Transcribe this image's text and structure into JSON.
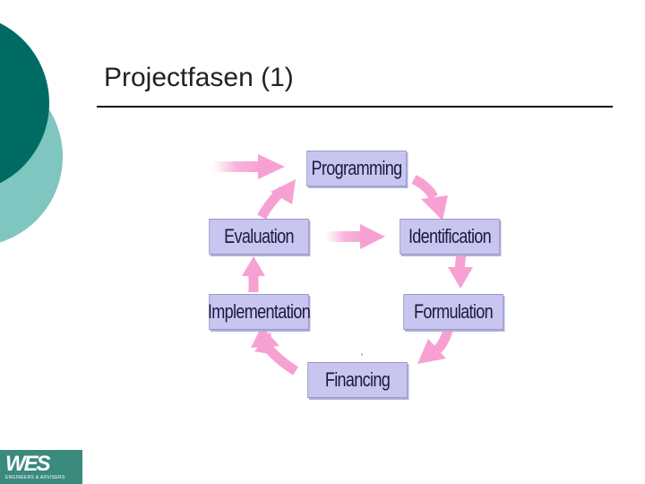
{
  "slide": {
    "title": "Projectfasen (1)"
  },
  "diagram": {
    "phases": {
      "programming": "Programming",
      "identification": "Identification",
      "formulation": "Formulation",
      "financing": "Financing",
      "implementation": "Implementation",
      "evaluation": "Evaluation"
    }
  },
  "logo": {
    "brand": "WES",
    "tagline": "ENGINEERS & ADVISERS"
  },
  "colors": {
    "accent_dark": "#006b63",
    "accent_light": "#7fc5c0",
    "box_fill": "#c8c6f0",
    "arrow": "#f7a1d3"
  }
}
